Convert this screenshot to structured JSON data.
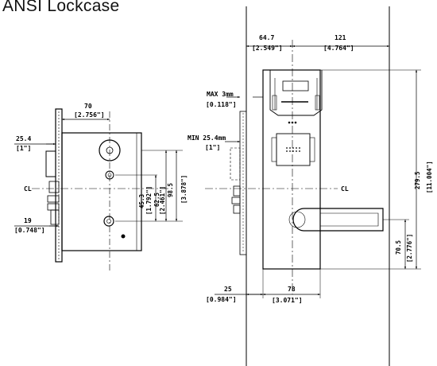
{
  "title": "ANSI Lockcase",
  "dims": {
    "lockcase_width_mm": "70",
    "lockcase_width_in": "[2.756\"]",
    "backset_top_mm": "25.4",
    "backset_top_in": "[1\"]",
    "backset_bottom_mm": "19",
    "backset_bottom_in": "[0.748\"]",
    "cl_left": "CL",
    "v_45_3": "45.3",
    "v_45_3_in": "[1.792\"]",
    "v_62_5": "62.5",
    "v_62_5_in": "[2.461\"]",
    "v_98_5": "98.5",
    "v_98_5_in": "[3.878\"]",
    "max_gap": "MAX 3mm",
    "max_gap_in": "[0.118\"]",
    "min_door": "MIN 25.4mm",
    "min_door_in": "[1\"]",
    "plate_offset_mm": "64.7",
    "plate_offset_in": "[2.549\"]",
    "plate_lever_mm": "121",
    "plate_lever_in": "[4.764\"]",
    "cl_right": "CL",
    "plate_height_mm": "279.5",
    "plate_height_in": "[11.004\"]",
    "lever_height_mm": "70.5",
    "lever_height_in": "[2.776\"]",
    "edge_offset_mm": "25",
    "edge_offset_in": "[0.984\"]",
    "plate_width_mm": "78",
    "plate_width_in": "[3.071\"]"
  }
}
